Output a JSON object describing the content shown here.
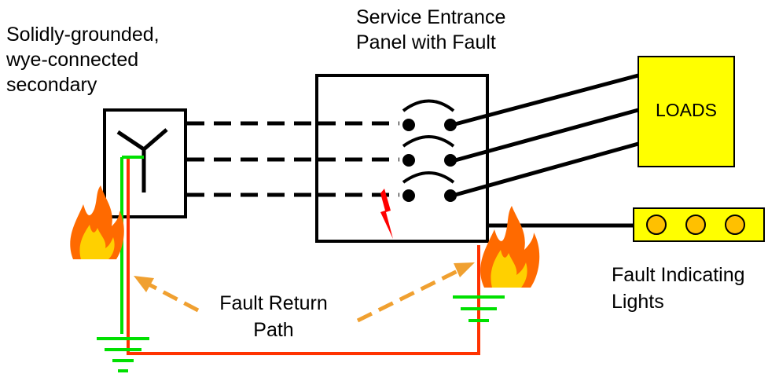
{
  "labels": {
    "transformer_title": [
      "Solidly-grounded,",
      "wye-connected",
      "secondary"
    ],
    "panel_title": [
      "Service Entrance",
      "Panel with Fault"
    ],
    "loads": "LOADS",
    "fault_lights_title": [
      "Fault Indicating",
      "Lights"
    ],
    "fault_return_path": [
      "Fault Return",
      "Path"
    ]
  },
  "colors": {
    "line": "#000000",
    "loads_fill": "#ffff00",
    "lamp_fill": "#ffc000",
    "lamp_box_fill": "#ffff00",
    "ground_green": "#00e000",
    "fault_path": "#ff3300",
    "arrow_orange": "#f0a030",
    "fault_spark": "#ff0000",
    "flame_outer": "#ff6a00",
    "flame_inner": "#ffd000"
  },
  "icons": {
    "transformer": "wye-symbol-icon",
    "fault": "lightning-spark-icon",
    "fire": "flame-icon",
    "ground": "ground-symbol-icon"
  }
}
